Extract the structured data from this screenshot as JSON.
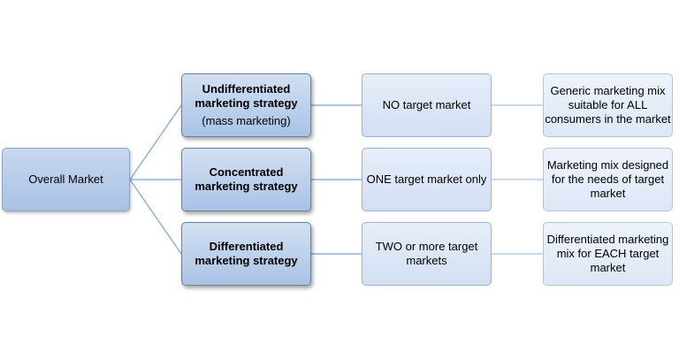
{
  "root": {
    "label": "Overall Market"
  },
  "rows": [
    {
      "strategy": "Undifferentiated marketing strategy",
      "strategy_note": "(mass marketing)",
      "target": "NO target market",
      "mix": "Generic marketing mix suitable for ALL consumers in the market"
    },
    {
      "strategy": "Concentrated marketing strategy",
      "target": "ONE target market only",
      "mix": "Marketing mix designed for the needs of target market"
    },
    {
      "strategy": "Differentiated marketing strategy",
      "target": "TWO or more target markets",
      "mix": "Differentiated marketing mix for EACH target market"
    }
  ],
  "colors": {
    "connector": "#8eb0da"
  }
}
